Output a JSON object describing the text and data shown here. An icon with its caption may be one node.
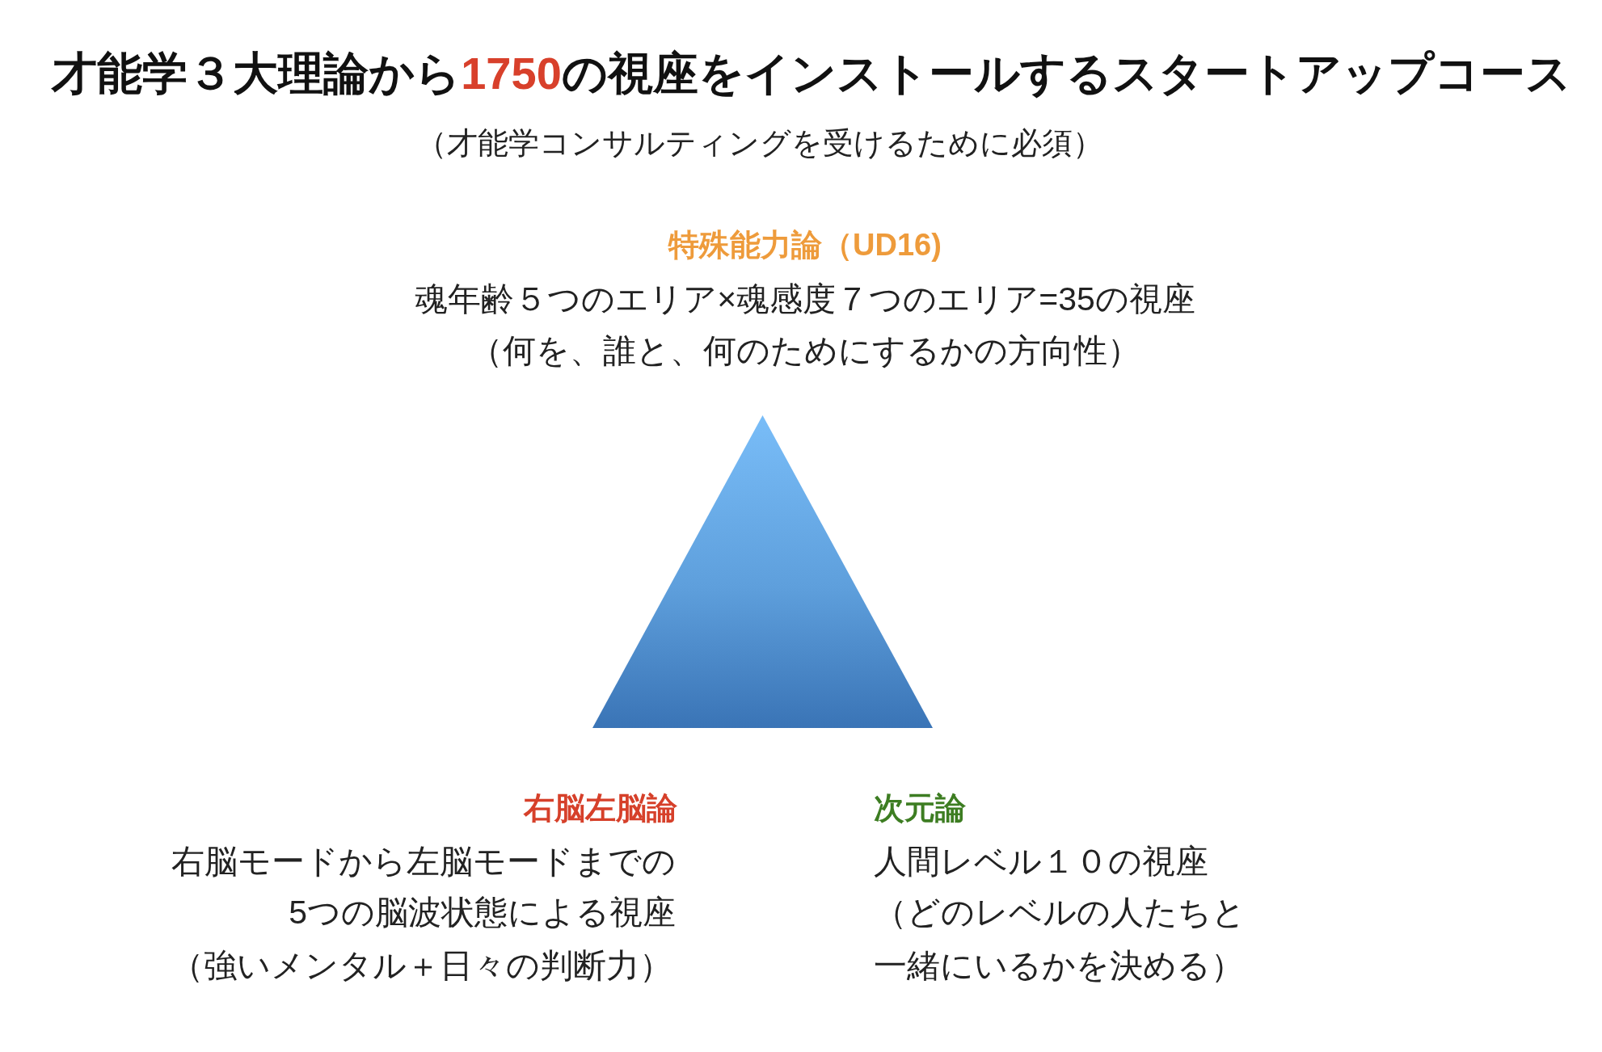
{
  "diagram": {
    "title": "才能学３大理論から**1750**の視座をインストールするスタートアップコース",
    "nodes": [
      {
        "text": [],
        "shape": "triangle"
      }
    ],
    "labels": [
      "（才能学コンサルティングを受けるために必須）",
      "特殊能力論（UD16)",
      "魂年齢５つのエリア×魂感度７つのエリア=35の視座",
      "（何を、誰と、何のためにするかの方向性）",
      "右脳左脳論",
      "右脳モードから左脳モードまでの5つの脳波状態による視座",
      "（強いメンタル＋日々の判断力）",
      "次元論",
      "人間レベル１０の視座",
      "（どのレベルの人たちと一緒にいるかを決める）"
    ]
  }
}
